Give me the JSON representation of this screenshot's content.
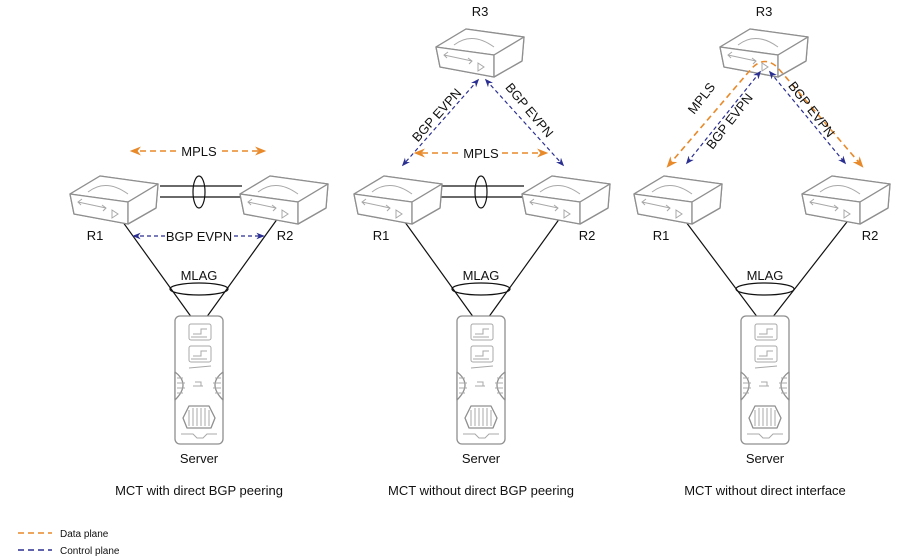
{
  "colors": {
    "data_plane": "#e8892a",
    "control_plane": "#2b2f91",
    "link": "#111111",
    "device_outline": "#8f8f8f"
  },
  "panels": [
    {
      "caption": "MCT with direct BGP peering",
      "routers": {
        "r1": "R1",
        "r2": "R2"
      },
      "links": {
        "mpls": "MPLS",
        "bgp": "BGP EVPN",
        "mlag": "MLAG"
      },
      "server": "Server"
    },
    {
      "caption": "MCT without direct BGP peering",
      "routers": {
        "r1": "R1",
        "r2": "R2",
        "r3": "R3"
      },
      "links": {
        "mpls": "MPLS",
        "bgp_left": "BGP EVPN",
        "bgp_right": "BGP EVPN",
        "mlag": "MLAG"
      },
      "server": "Server"
    },
    {
      "caption": "MCT without direct interface",
      "routers": {
        "r1": "R1",
        "r2": "R2",
        "r3": "R3"
      },
      "links": {
        "mpls": "MPLS",
        "bgp_left": "BGP EVPN",
        "bgp_right": "BGP EVPN",
        "mlag": "MLAG"
      },
      "server": "Server"
    }
  ],
  "legend": [
    {
      "label": "Data plane",
      "style": "data"
    },
    {
      "label": "Control plane",
      "style": "control"
    }
  ]
}
